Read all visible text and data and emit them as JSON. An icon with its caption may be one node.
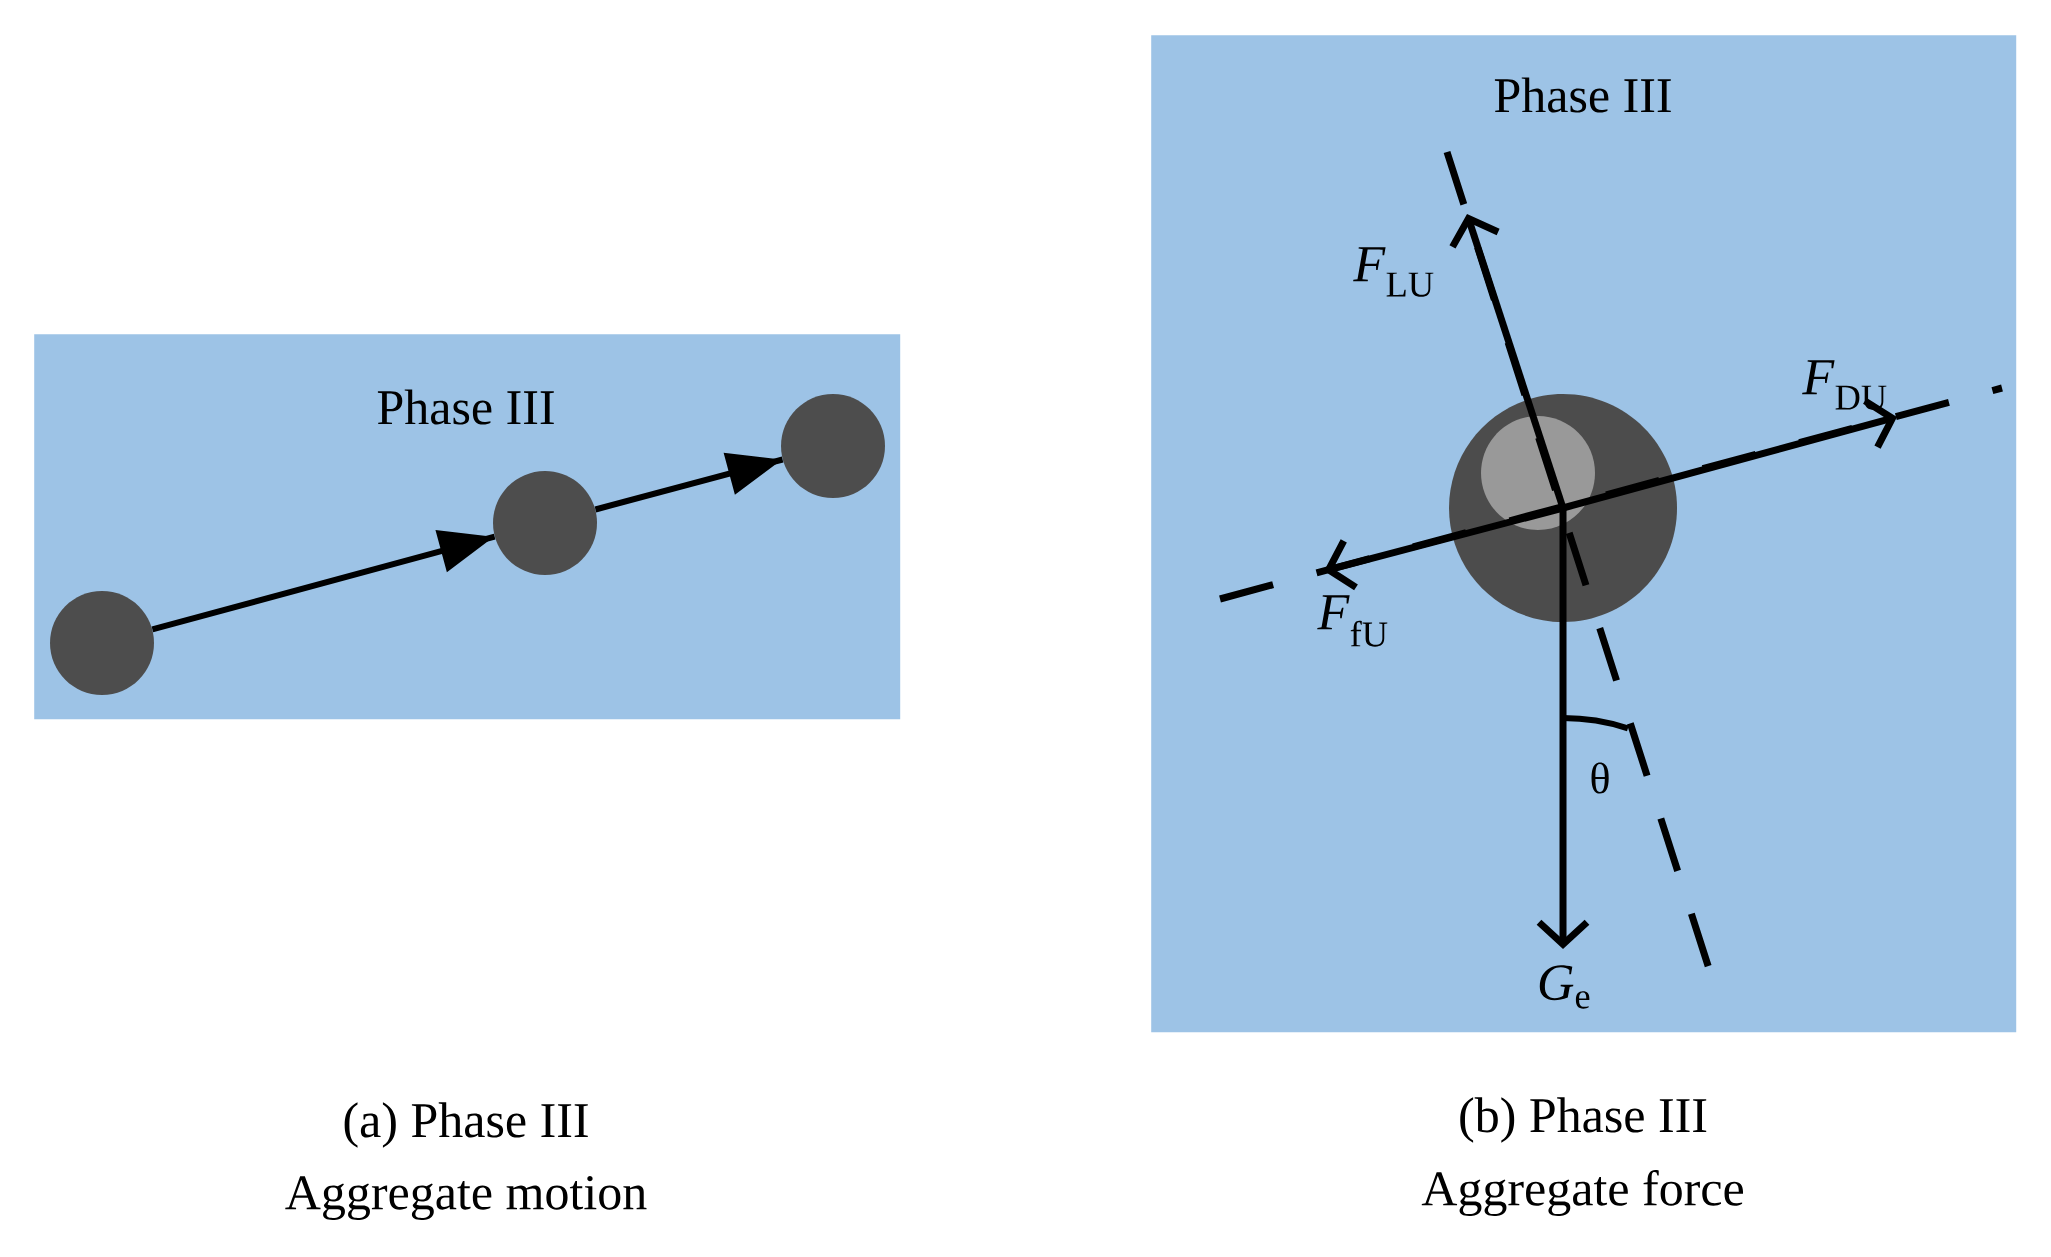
{
  "diagram": {
    "nodes": [
      {
        "text": [
          "Phase III"
        ],
        "beside": [
          "(a) Phase III",
          "Aggregate motion"
        ]
      },
      {
        "text": [],
        "shape": "circle",
        "in": 0
      },
      {
        "text": [],
        "shape": "circle",
        "in": 0
      },
      {
        "text": [],
        "shape": "circle",
        "in": 0
      },
      {
        "text": [
          "Phase III"
        ],
        "beside": [
          "(b) Phase III",
          "Aggregate force"
        ]
      },
      {
        "text": [],
        "shape": "circle",
        "in": 4
      }
    ],
    "edges": [
      {
        "from": 1,
        "to": 2,
        "arrow": "to"
      },
      {
        "from": 2,
        "to": 3,
        "arrow": "to"
      }
    ],
    "labels": [
      "*F*$_{LU}$",
      "*F*$_{DU}$",
      "*F*$_{fU}$",
      "θ",
      "*G*$_{e}$"
    ]
  }
}
